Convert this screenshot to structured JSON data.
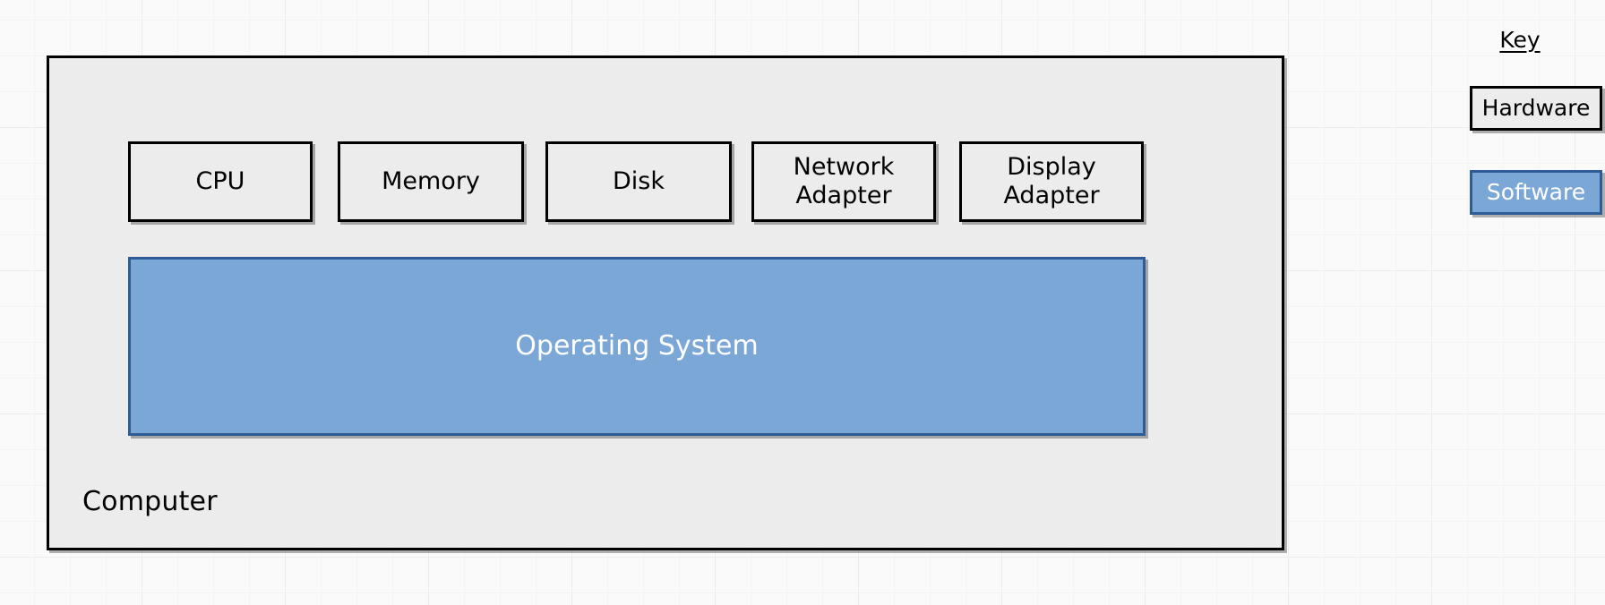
{
  "diagram": {
    "title": "Computer",
    "container": {
      "label": "Computer",
      "type": "hardware"
    },
    "components": [
      {
        "id": "cpu",
        "label": "CPU",
        "type": "hardware"
      },
      {
        "id": "memory",
        "label": "Memory",
        "type": "hardware"
      },
      {
        "id": "disk",
        "label": "Disk",
        "type": "hardware"
      },
      {
        "id": "network",
        "label": "Network\nAdapter",
        "type": "hardware"
      },
      {
        "id": "display",
        "label": "Display\nAdapter",
        "type": "hardware"
      }
    ],
    "operating_system": {
      "label": "Operating System",
      "type": "software"
    }
  },
  "key": {
    "title": "Key",
    "entries": [
      {
        "label": "Hardware",
        "type": "hardware"
      },
      {
        "label": "Software",
        "type": "software"
      }
    ]
  },
  "colors": {
    "hardware_fill": "#ececec",
    "hardware_border": "#000000",
    "software_fill": "#7ba7d7",
    "software_border": "#2e5c96",
    "software_text": "#ffffff",
    "text": "#000000",
    "background": "#fafafa",
    "grid_line": "#ededed"
  }
}
